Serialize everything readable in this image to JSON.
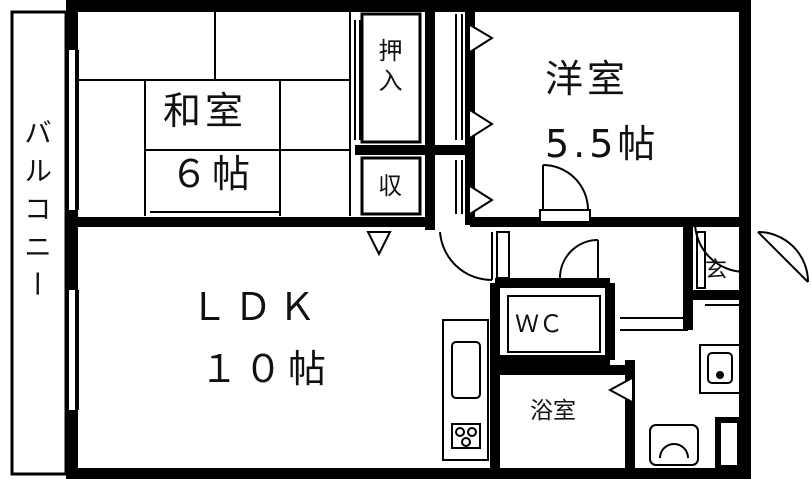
{
  "rooms": {
    "washitsu": {
      "name": "和室",
      "size": "６帖"
    },
    "youshitsu": {
      "name": "洋室",
      "size": "5.5帖"
    },
    "ldk": {
      "name": "ＬＤＫ",
      "size": "１０帖"
    },
    "oshiire": "押入",
    "shuunou": "収",
    "wc": "ＷＣ",
    "bath": "浴室",
    "entrance": "玄",
    "balcony": "バルコニー"
  }
}
